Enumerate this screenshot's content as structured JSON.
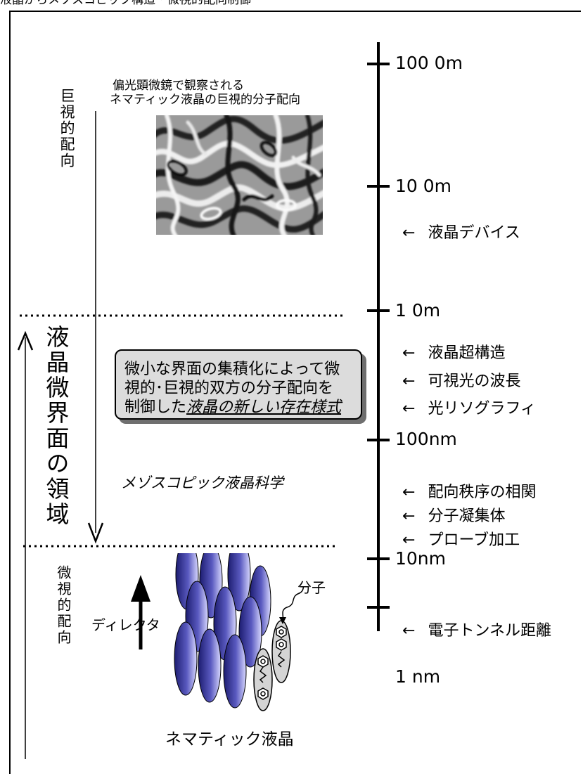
{
  "header": {
    "text": "液晶からメゾスコピック構造・微視的配向制御"
  },
  "scale": {
    "ticks": [
      {
        "label": "100 0m"
      },
      {
        "label": "10 0m"
      },
      {
        "label": "1 0m"
      },
      {
        "label": "100nm"
      },
      {
        "label": "10nm"
      },
      {
        "label": "1 nm"
      }
    ]
  },
  "features": [
    {
      "label": "液晶デバイス"
    },
    {
      "label": "液晶超構造"
    },
    {
      "label": "可視光の波長"
    },
    {
      "label": "光リソグラフィ"
    },
    {
      "label": "配向秩序の相関"
    },
    {
      "label": "分子凝集体"
    },
    {
      "label": "プローブ加工"
    },
    {
      "label": "電子トンネル距離"
    }
  ],
  "left_labels": {
    "macro": "巨視的配向",
    "mesoscopic_region": "液晶微界面の領域",
    "micro": "微視的配向"
  },
  "image_caption": {
    "line1": "偏光顕微鏡で観察される",
    "line2": "ネマティック液晶の巨視的分子配向"
  },
  "callout": {
    "line1": "微小な界面の集積化によって微",
    "line2": "視的･巨視的双方の分子配向を",
    "line3_prefix": "制御した",
    "line3_emph": "液晶の新しい存在様式"
  },
  "mesoscopic_science": "メゾスコピック液晶科学",
  "molecules": {
    "director_label": "ディレクタ",
    "molecule_label": "分子",
    "caption": "ネマティック液晶"
  },
  "colors": {
    "ellipse_dark": "#20207a",
    "ellipse_light": "#c8c8ff",
    "callout_fill": "#dcdcdc",
    "callout_shadow": "#6f6f6f"
  }
}
